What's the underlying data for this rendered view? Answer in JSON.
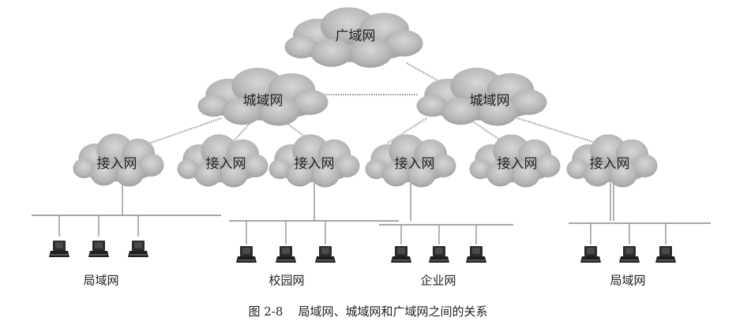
{
  "wan": {
    "label": "广域网"
  },
  "man": [
    {
      "label": "城域网"
    },
    {
      "label": "城域网"
    }
  ],
  "access": [
    {
      "label": "接入网"
    },
    {
      "label": "接入网"
    },
    {
      "label": "接入网"
    },
    {
      "label": "接入网"
    },
    {
      "label": "接入网"
    },
    {
      "label": "接入网"
    }
  ],
  "lans": [
    {
      "label": "局域网"
    },
    {
      "label": "校园网"
    },
    {
      "label": "企业网"
    },
    {
      "label": "局域网"
    }
  ],
  "caption": "图 2-8    局域网、城域网和广域网之间的关系"
}
